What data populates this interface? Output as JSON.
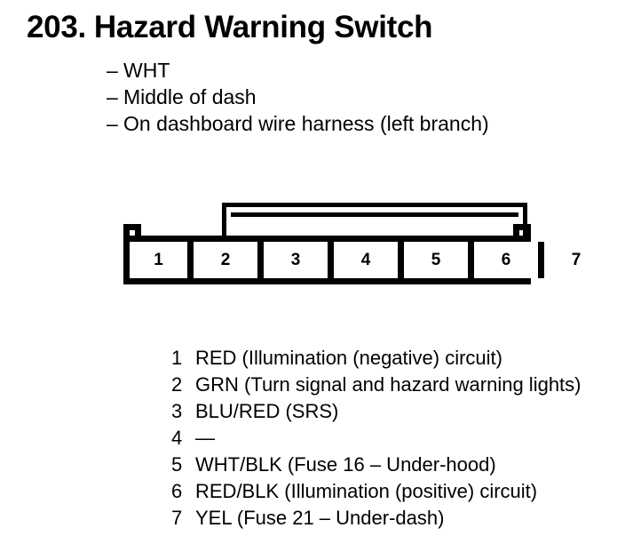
{
  "header": {
    "number": "203.",
    "title": "Hazard Warning Switch",
    "attributes": [
      {
        "dash": "–",
        "label": "WHT"
      },
      {
        "dash": "–",
        "label": "Middle of dash"
      },
      {
        "dash": "–",
        "label": "On dashboard wire harness (left branch)"
      }
    ]
  },
  "connector": {
    "pin_count": 7,
    "pins": [
      "1",
      "2",
      "3",
      "4",
      "5",
      "6",
      "7"
    ],
    "outline_color": "#000000",
    "fill_color": "#ffffff"
  },
  "legend": {
    "rows": [
      {
        "num": "1",
        "desc": "RED (Illumination (negative) circuit)"
      },
      {
        "num": "2",
        "desc": "GRN (Turn signal and hazard warning lights)"
      },
      {
        "num": "3",
        "desc": "BLU/RED (SRS)"
      },
      {
        "num": "4",
        "desc": "—"
      },
      {
        "num": "5",
        "desc": "WHT/BLK (Fuse 16 – Under-hood)"
      },
      {
        "num": "6",
        "desc": "RED/BLK (Illumination (positive) circuit)"
      },
      {
        "num": "7",
        "desc": "YEL (Fuse 21 – Under-dash)"
      }
    ]
  }
}
